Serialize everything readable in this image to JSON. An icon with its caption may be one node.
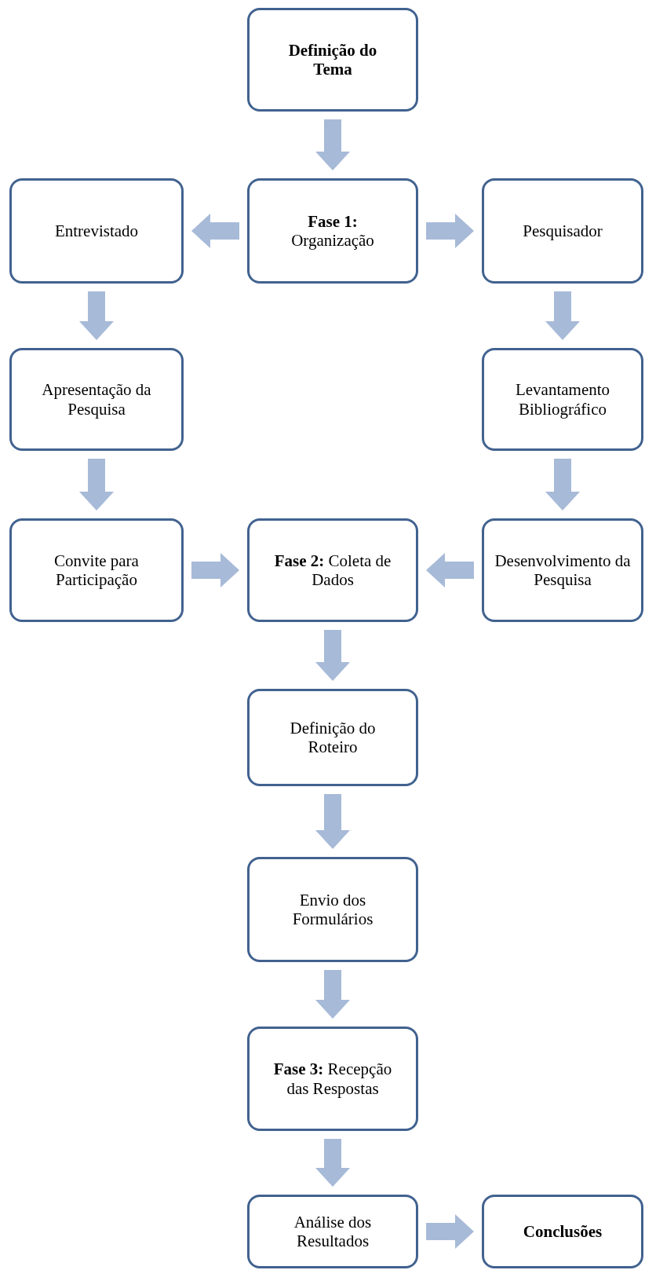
{
  "diagram": {
    "nodes": [
      {
        "text": [
          "Definição do Tema"
        ]
      },
      {
        "text": [
          "Entrevistado"
        ]
      },
      {
        "text": [
          "**Fase 1:** Organização"
        ]
      },
      {
        "text": [
          "Pesquisador"
        ]
      },
      {
        "text": [
          "Apresentação da Pesquisa"
        ]
      },
      {
        "text": [
          "Levantamento Bibliográfico"
        ]
      },
      {
        "text": [
          "Convite para Participação"
        ]
      },
      {
        "text": [
          "**Fase 2:** Coleta de Dados"
        ]
      },
      {
        "text": [
          "Desenvolvimento da Pesquisa"
        ]
      },
      {
        "text": [
          "Definição do Roteiro"
        ]
      },
      {
        "text": [
          "Envio dos Formulários"
        ]
      },
      {
        "text": [
          "**Fase 3:** Recepção das Respostas"
        ]
      },
      {
        "text": [
          "Análise dos Resultados"
        ]
      },
      {
        "text": [
          "Conclusões"
        ]
      }
    ],
    "edges": [
      {
        "from": 0,
        "to": 2,
        "arrow": "to"
      },
      {
        "from": 2,
        "to": 1,
        "arrow": "to"
      },
      {
        "from": 2,
        "to": 3,
        "arrow": "to"
      },
      {
        "from": 1,
        "to": 4,
        "arrow": "to"
      },
      {
        "from": 3,
        "to": 5,
        "arrow": "to"
      },
      {
        "from": 4,
        "to": 6,
        "arrow": "to"
      },
      {
        "from": 5,
        "to": 8,
        "arrow": "to"
      },
      {
        "from": 6,
        "to": 7,
        "arrow": "to"
      },
      {
        "from": 8,
        "to": 7,
        "arrow": "to"
      },
      {
        "from": 7,
        "to": 9,
        "arrow": "to"
      },
      {
        "from": 9,
        "to": 10,
        "arrow": "to"
      },
      {
        "from": 10,
        "to": 11,
        "arrow": "to"
      },
      {
        "from": 11,
        "to": 12,
        "arrow": "to"
      },
      {
        "from": 12,
        "to": 13,
        "arrow": "to"
      }
    ]
  }
}
